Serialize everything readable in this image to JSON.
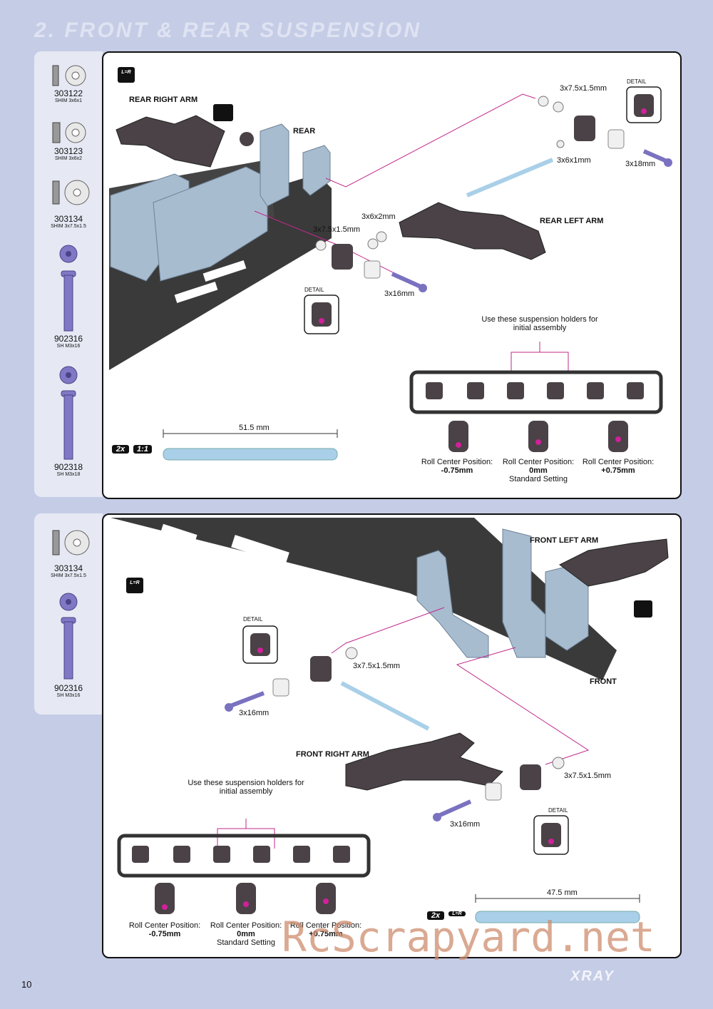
{
  "page": {
    "title": "2. FRONT & REAR SUSPENSION",
    "page_number": "10",
    "brand": "XRAY",
    "watermark": "RcScrapyard.net"
  },
  "sidebar_top": [
    {
      "code": "303122",
      "desc": "SHIM 3x6x1"
    },
    {
      "code": "303123",
      "desc": "SHIM 3x6x2"
    },
    {
      "code": "303134",
      "desc": "SHIM 3x7.5x1.5"
    },
    {
      "code": "902316",
      "desc": "SH M3x16"
    },
    {
      "code": "902318",
      "desc": "SH M3x18"
    }
  ],
  "sidebar_bottom": [
    {
      "code": "303134",
      "desc": "SHIM 3x7.5x1.5"
    },
    {
      "code": "902316",
      "desc": "SH M3x16"
    }
  ],
  "rear": {
    "lr_icon": "L=R",
    "rear_right_arm": "REAR RIGHT ARM",
    "rear_label": "REAR",
    "rear_left_arm": "REAR LEFT ARM",
    "detail1": "DETAIL",
    "detail2": "DETAIL",
    "shim_a": "3x7.5x1.5mm",
    "shim_b": "3x6x1mm",
    "screw_a": "3x18mm",
    "shim_c": "3x6x2mm",
    "shim_d": "3x7.5x1.5mm",
    "screw_b": "3x16mm",
    "holders_note_1": "Use these suspension holders for",
    "holders_note_2": "initial assembly",
    "qty": "2x",
    "scale": "1:1",
    "pin_length": "51.5 mm",
    "rc_label_1": "Roll Center Position:",
    "rc_val_1": "-0.75mm",
    "rc_label_2": "Roll Center Position:",
    "rc_val_2": "0mm",
    "rc_std": "Standard Setting",
    "rc_label_3": "Roll Center Position:",
    "rc_val_3": "+0.75mm"
  },
  "front": {
    "lr_icon": "L=R",
    "front_left_arm": "FRONT LEFT ARM",
    "front_label": "FRONT",
    "front_right_arm": "FRONT RIGHT ARM",
    "detail1": "DETAIL",
    "detail2": "DETAIL",
    "shim_a": "3x7.5x1.5mm",
    "screw_a": "3x16mm",
    "shim_b": "3x7.5x1.5mm",
    "screw_b": "3x16mm",
    "holders_note_1": "Use these suspension holders for",
    "holders_note_2": "initial assembly",
    "qty": "2x",
    "lr_icon_2": "L=R",
    "pin_length": "47.5 mm",
    "rc_label_1": "Roll Center Position:",
    "rc_val_1": "-0.75mm",
    "rc_label_2": "Roll Center Position:",
    "rc_val_2": "0mm",
    "rc_std": "Standard Setting",
    "rc_label_3": "Roll Center Position:",
    "rc_val_3": "+0.75mm"
  },
  "colors": {
    "background": "#c5cce6",
    "sidebar": "#e6e9f4",
    "screw": "#7a72c0",
    "bulkhead": "#a8bcd0",
    "arm": "#4a4246",
    "carbon": "#3a3a3a",
    "guide_line": "#c0288a"
  }
}
